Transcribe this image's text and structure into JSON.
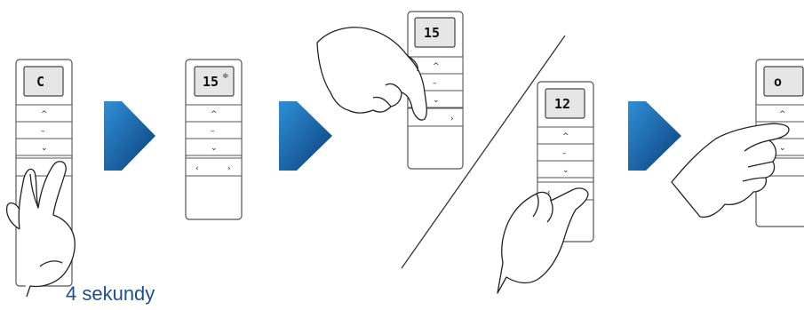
{
  "caption": "4 sekundy",
  "colors": {
    "arrow_light": "#2f8fd6",
    "arrow_dark": "#0b3f7a",
    "caption": "#1d4f8c",
    "outline": "#555555"
  },
  "remotes": [
    {
      "id": "remote-1",
      "display": "C",
      "buttons": [
        "^",
        "–",
        "⌄"
      ],
      "nav": false
    },
    {
      "id": "remote-2",
      "display": "15",
      "buttons": [
        "^",
        "–",
        "⌄"
      ],
      "nav": true
    },
    {
      "id": "remote-3",
      "display": "15",
      "buttons": [
        "^",
        "–",
        "⌄"
      ],
      "nav": true
    },
    {
      "id": "remote-4",
      "display": "12",
      "buttons": [
        "^",
        "–",
        "⌄"
      ],
      "nav": true
    },
    {
      "id": "remote-5",
      "display": "o",
      "buttons": [
        "^",
        "–",
        "⌄"
      ],
      "nav": true
    }
  ],
  "nav_labels": {
    "left": "‹",
    "right": "›"
  },
  "icons": [
    "arrow-right-icon",
    "hand-two-fingers-icon",
    "hand-pointing-icon",
    "divider-slash"
  ]
}
